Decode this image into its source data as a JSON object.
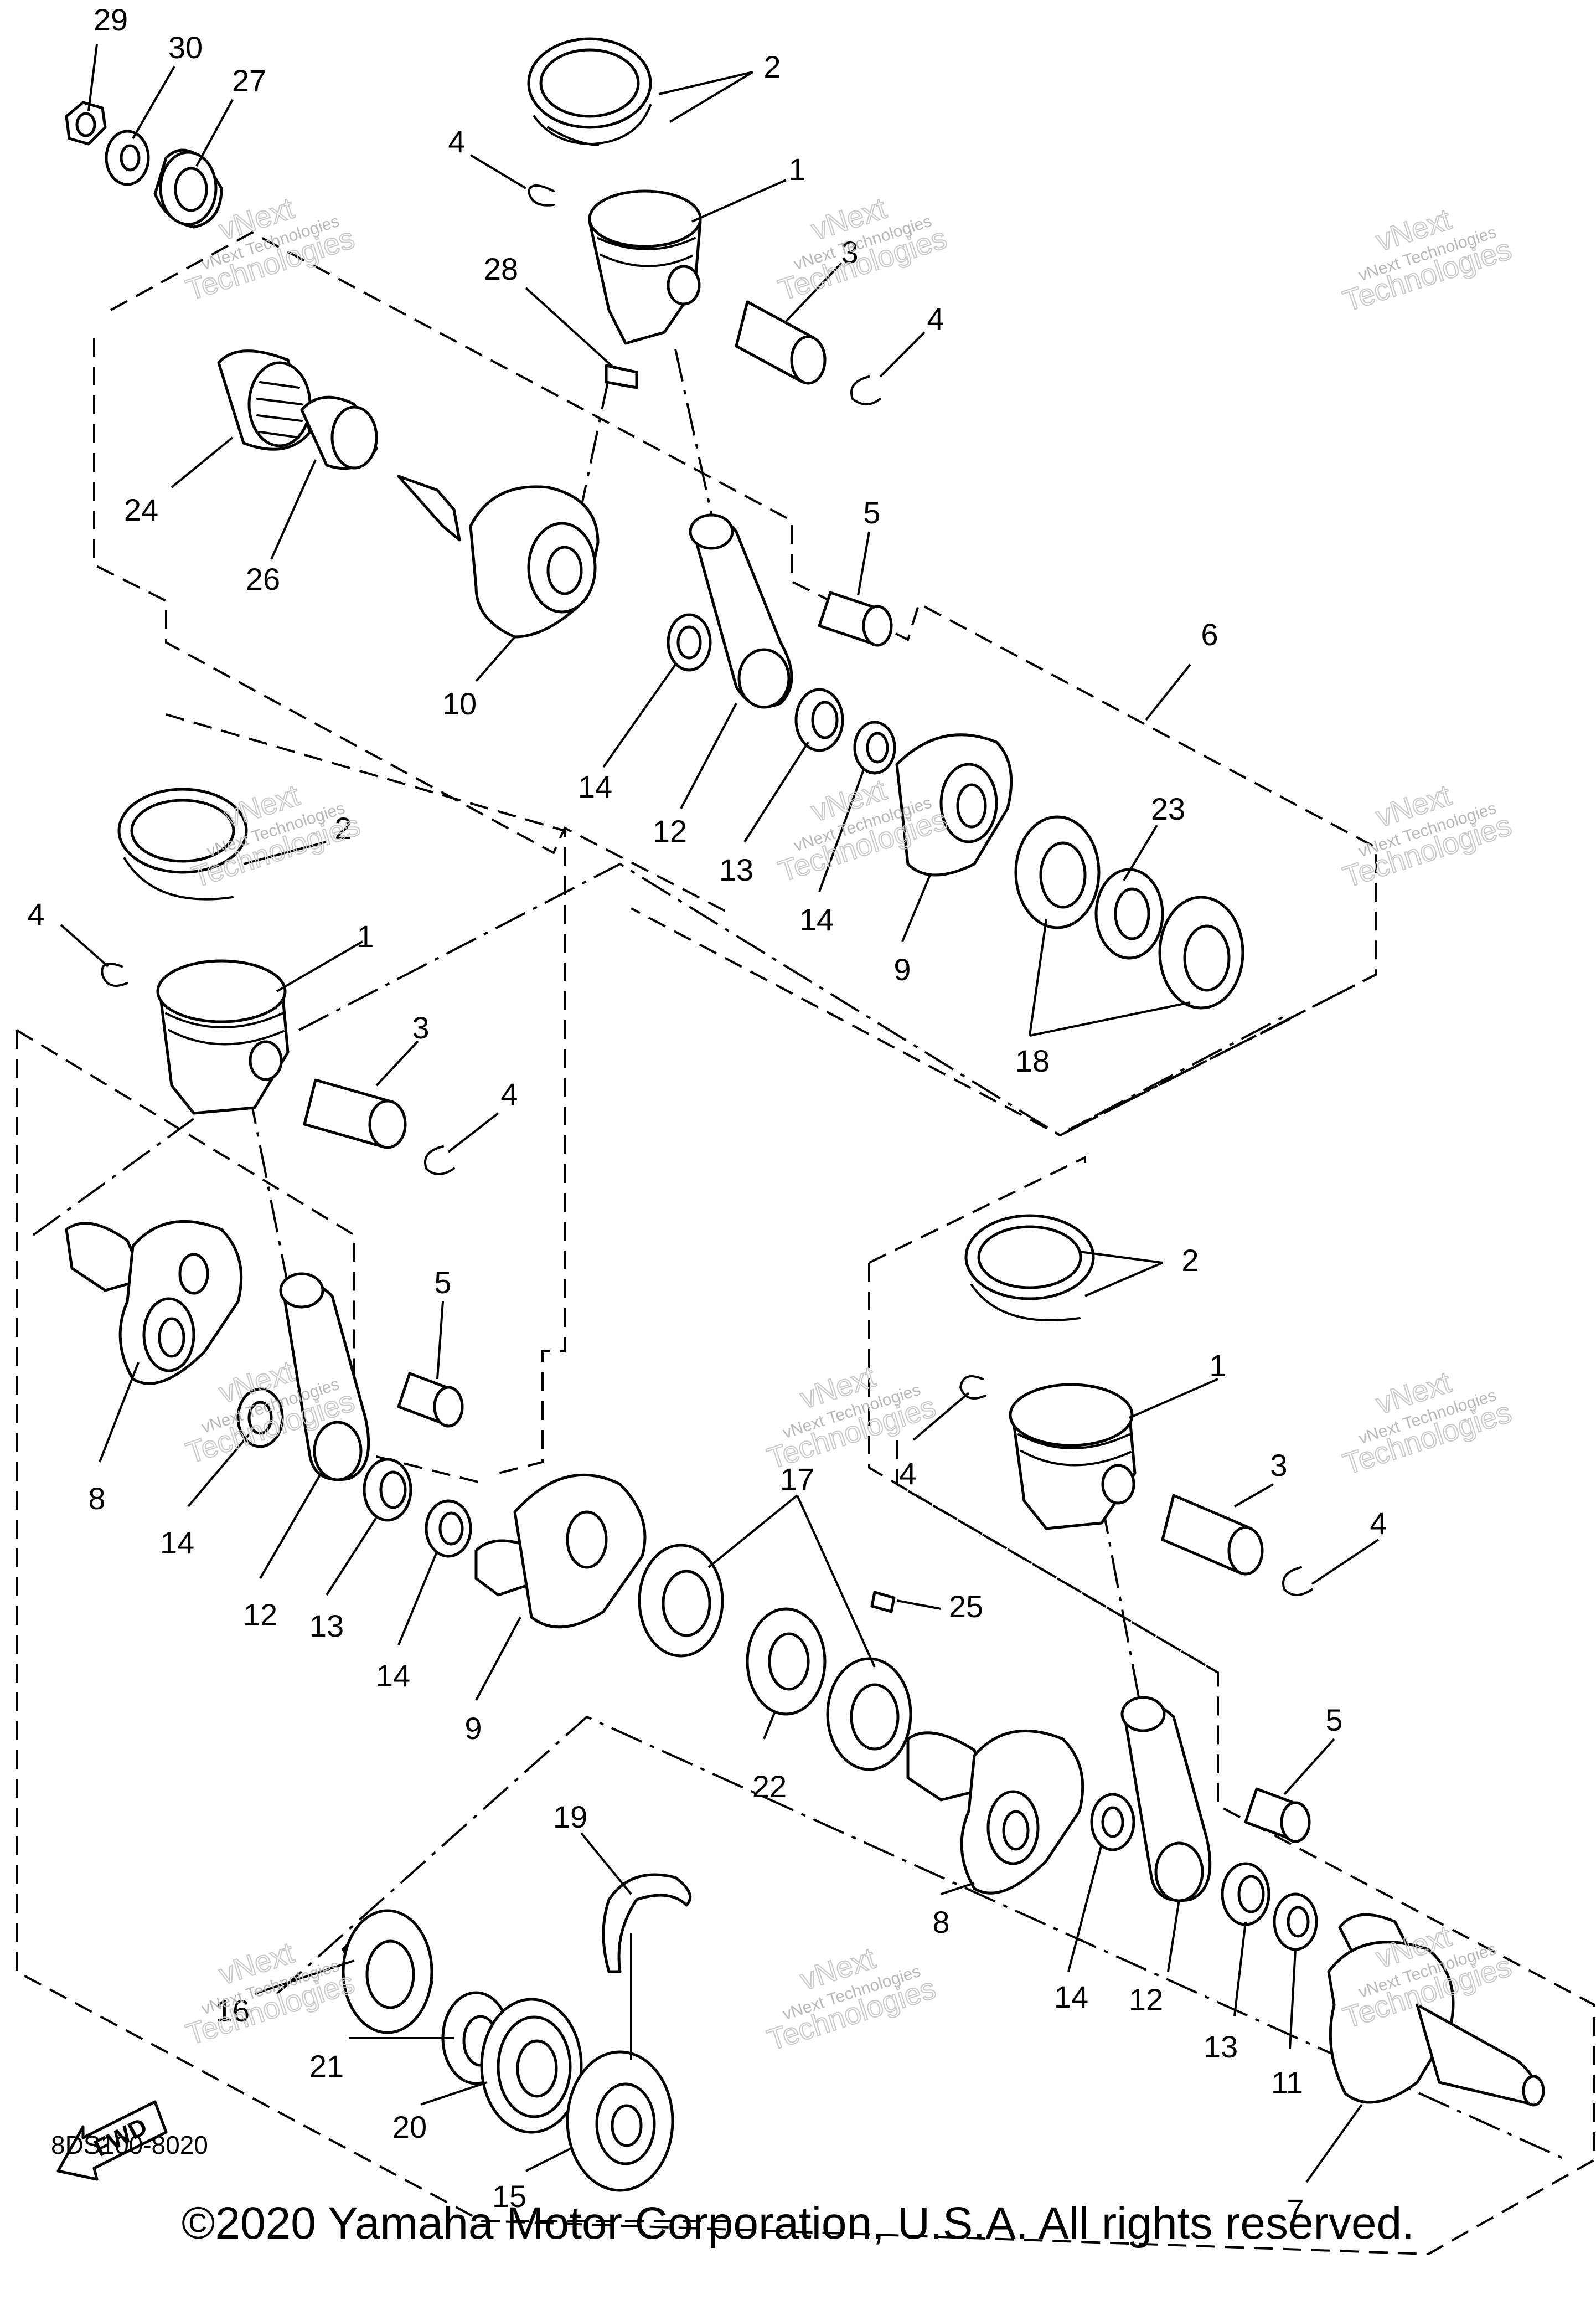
{
  "diagram": {
    "code": "8DS100-8020",
    "copyright": "©2020 Yamaha Motor Corporation, U.S.A. All rights reserved.",
    "fwd_label": "FWD",
    "watermark": {
      "line1": "vNext Technologies",
      "line2": "vNext",
      "line3": "Technologies"
    },
    "callouts": [
      "1",
      "2",
      "3",
      "4",
      "5",
      "6",
      "7",
      "8",
      "9",
      "10",
      "11",
      "12",
      "13",
      "14",
      "15",
      "16",
      "17",
      "18",
      "19",
      "20",
      "21",
      "22",
      "23",
      "24",
      "25",
      "26",
      "27",
      "28",
      "29",
      "30"
    ]
  }
}
